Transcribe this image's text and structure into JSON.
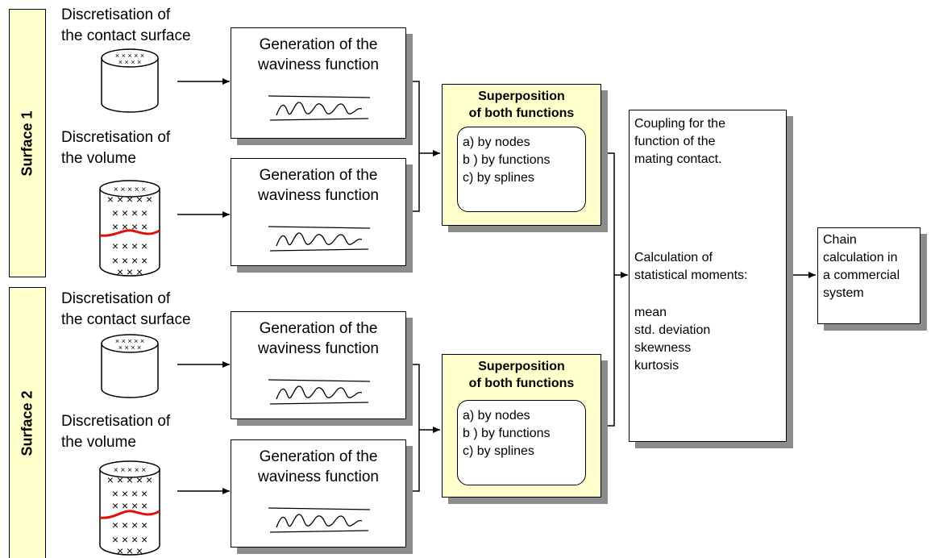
{
  "diagram": {
    "surface1": {
      "side_label": "Surface 1",
      "contact_label": [
        "Discretisation of",
        "the contact surface"
      ],
      "volume_label": [
        "Discretisation of",
        "the volume"
      ],
      "gen_contact": [
        "Generation of the",
        "waviness function"
      ],
      "gen_volume": [
        "Generation of the",
        "waviness function"
      ],
      "superposition": {
        "title": [
          "Superposition",
          "of both functions"
        ],
        "options": [
          "a) by nodes",
          "b ) by functions",
          "c) by splines"
        ]
      }
    },
    "surface2": {
      "side_label": "Surface 2",
      "contact_label": [
        "Discretisation of",
        "the contact surface"
      ],
      "volume_label": [
        "Discretisation of",
        "the volume"
      ],
      "gen_contact": [
        "Generation of the",
        "waviness function"
      ],
      "gen_volume": [
        "Generation of the",
        "waviness function"
      ],
      "superposition": {
        "title": [
          "Superposition",
          "of both functions"
        ],
        "options": [
          "a) by nodes",
          "b ) by functions",
          "c) by splines"
        ]
      }
    },
    "coupling": {
      "lines": [
        "Coupling for the",
        "function of the",
        "mating contact."
      ],
      "calc_lines": [
        "Calculation of",
        "statistical moments:"
      ],
      "moments": [
        "mean",
        "std. deviation",
        "skewness",
        "kurtosis"
      ]
    },
    "chain": {
      "lines": [
        "Chain",
        "calculation in",
        "a commercial",
        "system"
      ]
    },
    "colors": {
      "highlight_fill": "#ffffcc",
      "shadow": "#8c8c8c",
      "cut_line": "#e01010"
    },
    "icons": {
      "contact_cylinder": "cylinder-top-meshed-icon",
      "volume_cylinder": "cylinder-volume-meshed-icon",
      "waviness_curve": "wave-curve-icon"
    }
  }
}
